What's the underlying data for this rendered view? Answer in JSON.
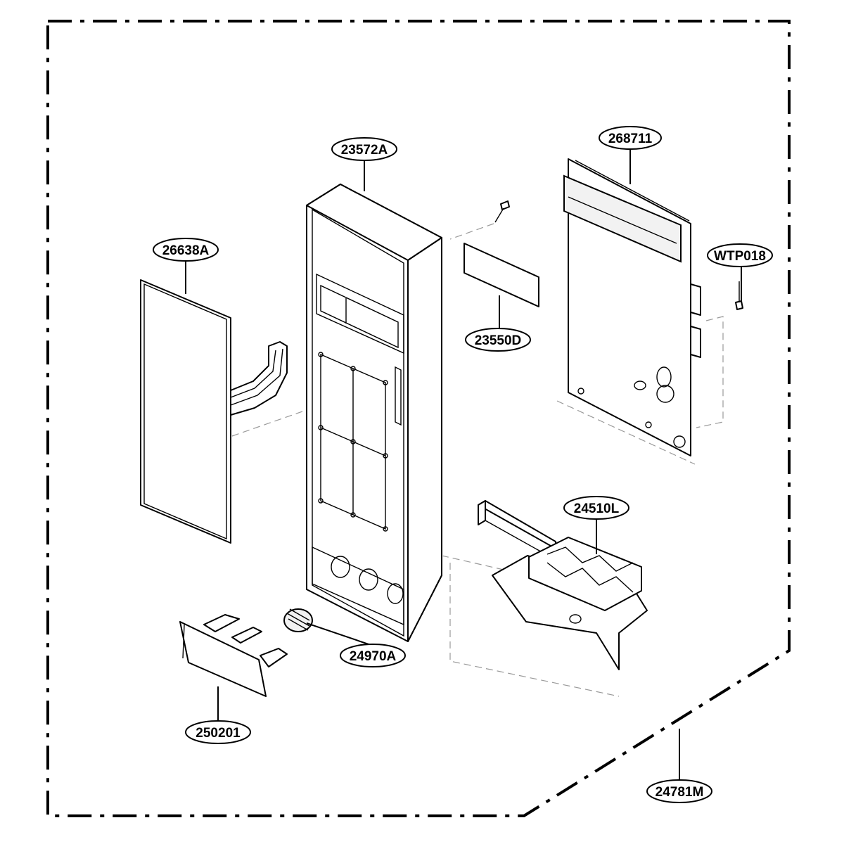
{
  "colors": {
    "line": "#000000",
    "background": "#ffffff",
    "hidden_line": "#9a9a9a"
  },
  "parts": {
    "front_frame": "23572A",
    "pcb_assembly": "268711",
    "membrane_switch": "26638A",
    "door_button": "250201",
    "spring": "24970A",
    "window": "23550D",
    "screw": "WTP018",
    "latch_lever": "24510L",
    "control_panel_assembly": "24781M"
  }
}
